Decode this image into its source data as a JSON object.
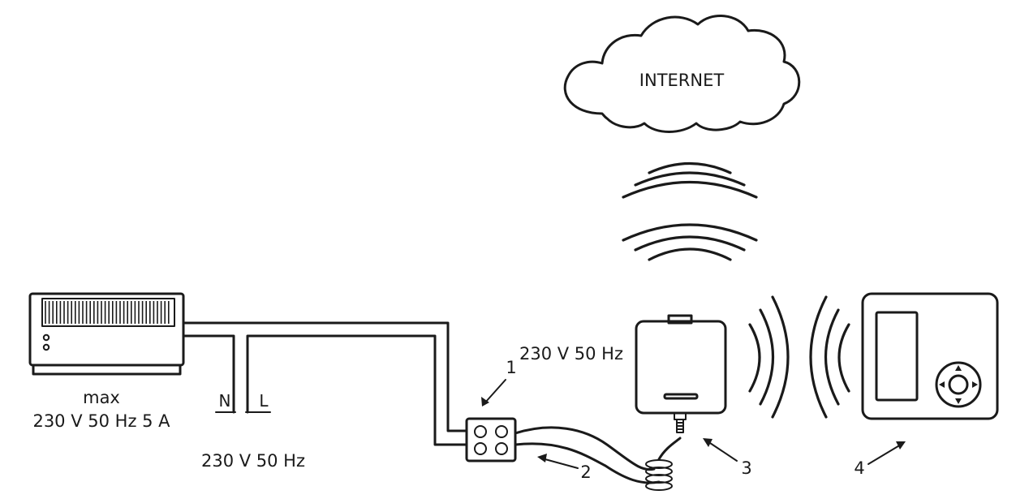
{
  "cloud": {
    "label": "INTERNET"
  },
  "heater": {
    "label_line1": "max",
    "label_line2": "230 V 50 Hz 5 A"
  },
  "mains": {
    "neutral": "N",
    "live": "L",
    "voltage": "230 V 50 Hz"
  },
  "gateway_power": {
    "voltage": "230 V 50 Hz"
  },
  "callouts": {
    "c1": "1",
    "c2": "2",
    "c3": "3",
    "c4": "4"
  },
  "colors": {
    "ink": "#1a1a1a",
    "background": "#ffffff"
  }
}
